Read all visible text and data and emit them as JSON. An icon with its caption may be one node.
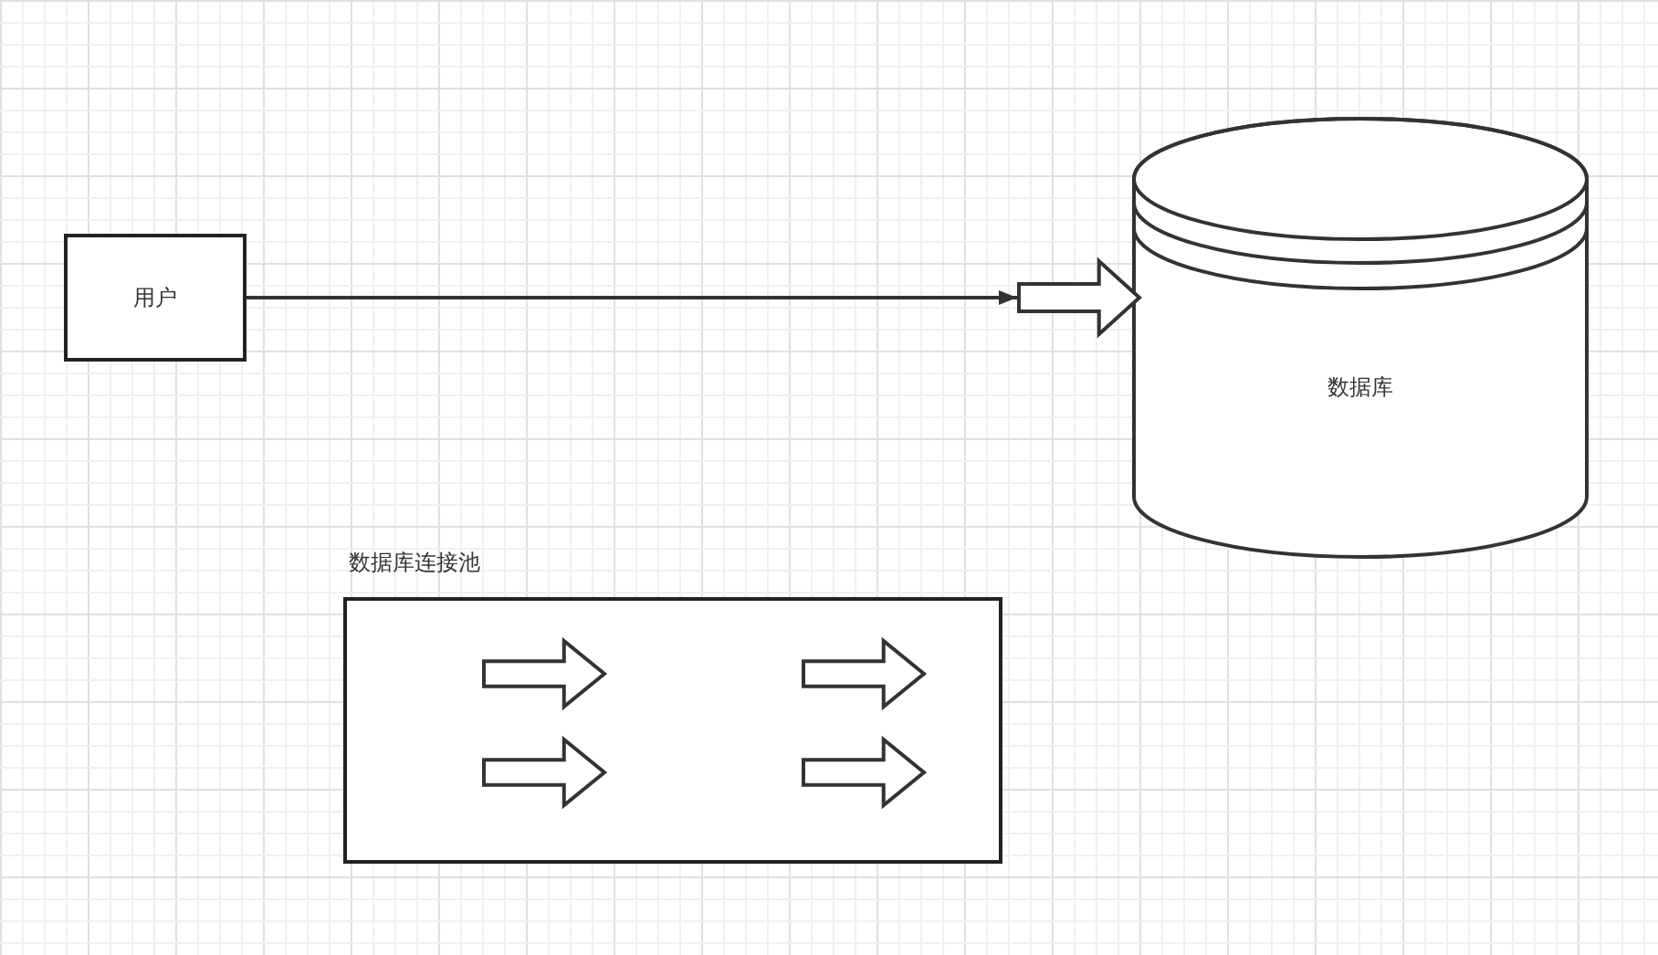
{
  "diagram": {
    "nodes": [
      {
        "text": [
          "用户"
        ]
      },
      {
        "text": [
          "数据库"
        ]
      },
      {
        "text": [
          "数据库连接池"
        ]
      },
      {
        "text": [],
        "shape": "arrow"
      },
      {
        "text": [],
        "shape": "arrow",
        "in": 2
      },
      {
        "text": [],
        "shape": "arrow",
        "in": 2
      },
      {
        "text": [],
        "shape": "arrow",
        "in": 2
      },
      {
        "text": [],
        "shape": "arrow",
        "in": 2
      }
    ],
    "edges": [
      {
        "from": 0,
        "to": 3,
        "arrow": "to"
      }
    ]
  }
}
